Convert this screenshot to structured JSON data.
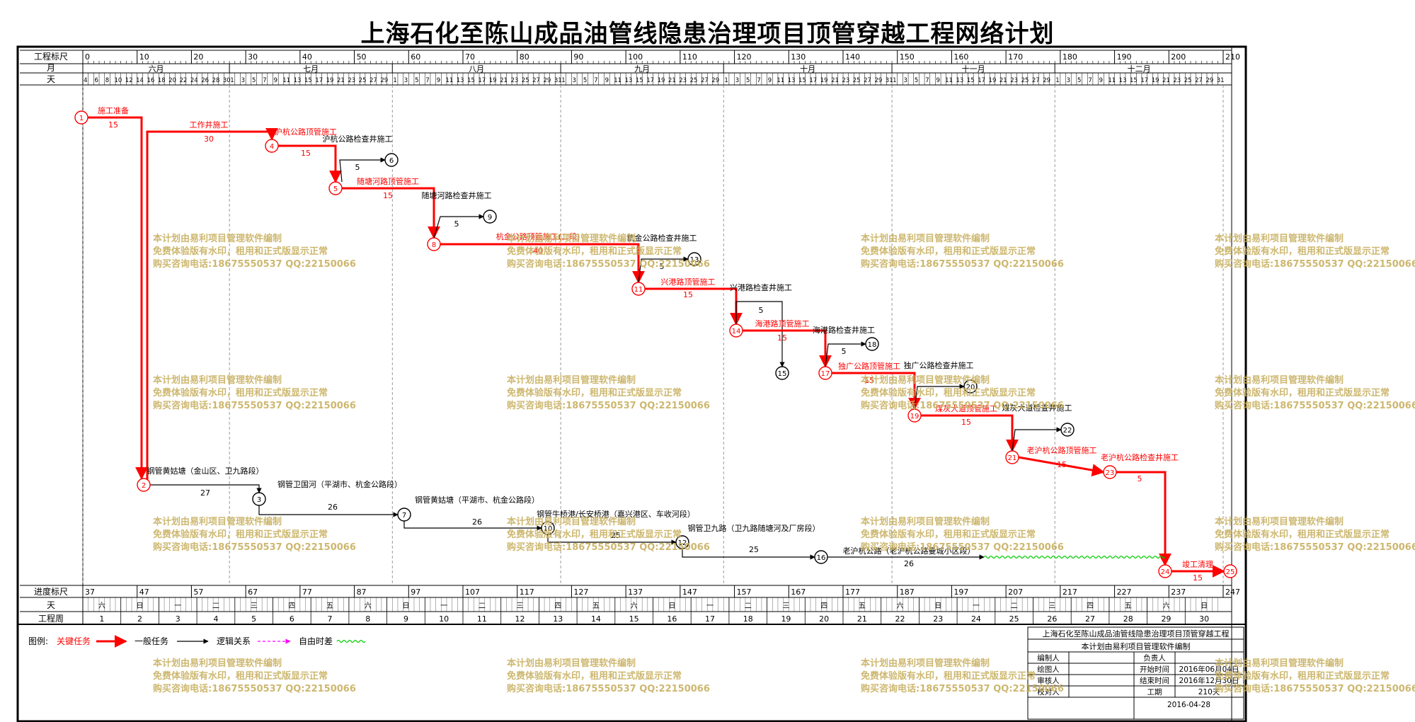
{
  "title": "上海石化至陈山成品油管线隐患治理项目顶管穿越工程网络计划",
  "header": {
    "scale_label": "工程标尺",
    "month_label": "月",
    "day_label": "天",
    "scale_ticks": [
      "0",
      "10",
      "20",
      "30",
      "40",
      "50",
      "60",
      "70",
      "80",
      "90",
      "100",
      "110",
      "120",
      "130",
      "140",
      "150",
      "160",
      "170",
      "180",
      "190",
      "200",
      "210"
    ],
    "months": [
      "六月",
      "七月",
      "八月",
      "九月",
      "十月",
      "十一月",
      "十二月"
    ]
  },
  "footer": {
    "progress_label": "进度标尺",
    "day_label": "天",
    "week_label": "工程周",
    "progress_ticks": [
      "37",
      "47",
      "57",
      "67",
      "77",
      "87",
      "97",
      "107",
      "117",
      "127",
      "137",
      "147",
      "157",
      "167",
      "177",
      "187",
      "197",
      "207",
      "217",
      "227",
      "237",
      "247"
    ],
    "weeks": [
      "1",
      "2",
      "3",
      "4",
      "5",
      "6",
      "7",
      "8",
      "9",
      "10",
      "11",
      "12",
      "13",
      "14",
      "15",
      "16",
      "17",
      "18",
      "19",
      "20",
      "21",
      "22",
      "23",
      "24",
      "25",
      "26",
      "27",
      "28",
      "29",
      "30"
    ]
  },
  "nodes": [
    {
      "id": "1",
      "crit": true
    },
    {
      "id": "2",
      "crit": true
    },
    {
      "id": "3",
      "crit": false
    },
    {
      "id": "4",
      "crit": true
    },
    {
      "id": "5",
      "crit": true
    },
    {
      "id": "6",
      "crit": false
    },
    {
      "id": "7",
      "crit": false
    },
    {
      "id": "8",
      "crit": true
    },
    {
      "id": "9",
      "crit": false
    },
    {
      "id": "10",
      "crit": false
    },
    {
      "id": "11",
      "crit": true
    },
    {
      "id": "12",
      "crit": false
    },
    {
      "id": "13",
      "crit": false
    },
    {
      "id": "14",
      "crit": true
    },
    {
      "id": "15",
      "crit": false
    },
    {
      "id": "16",
      "crit": false
    },
    {
      "id": "17",
      "crit": true
    },
    {
      "id": "18",
      "crit": false
    },
    {
      "id": "19",
      "crit": true
    },
    {
      "id": "20",
      "crit": false
    },
    {
      "id": "21",
      "crit": true
    },
    {
      "id": "22",
      "crit": false
    },
    {
      "id": "23",
      "crit": true
    },
    {
      "id": "24",
      "crit": true
    },
    {
      "id": "25",
      "crit": true
    }
  ],
  "tasks": [
    {
      "name": "施工准备",
      "dur": "15",
      "crit": true
    },
    {
      "name": "工作井施工",
      "dur": "30",
      "crit": true
    },
    {
      "name": "沪杭公路顶管施工",
      "dur": "15",
      "crit": true
    },
    {
      "name": "沪杭公路检查井施工",
      "dur": "5",
      "crit": false
    },
    {
      "name": "随塘河路顶管施工",
      "dur": "15",
      "crit": true
    },
    {
      "name": "随塘河路检查井施工",
      "dur": "5",
      "crit": false
    },
    {
      "name": "杭金公路顶管施工(二段)",
      "dur": "40",
      "crit": true
    },
    {
      "name": "杭金公路检查井施工",
      "dur": "5",
      "crit": false
    },
    {
      "name": "兴港路顶管施工",
      "dur": "15",
      "crit": true
    },
    {
      "name": "兴港路检查井施工",
      "dur": "5",
      "crit": false
    },
    {
      "name": "海港路顶管施工",
      "dur": "15",
      "crit": true
    },
    {
      "name": "海港路检查井施工",
      "dur": "5",
      "crit": false
    },
    {
      "name": "独广公路顶管施工",
      "dur": "15",
      "crit": true
    },
    {
      "name": "独广公路检查井施工",
      "dur": "",
      "crit": false
    },
    {
      "name": "煤灰大道顶管施工",
      "dur": "15",
      "crit": true
    },
    {
      "name": "煤灰大道检查井施工",
      "dur": "",
      "crit": false
    },
    {
      "name": "老沪杭公路顶管施工",
      "dur": "15",
      "crit": true
    },
    {
      "name": "老沪杭公路检查井施工",
      "dur": "5",
      "crit": true
    },
    {
      "name": "竣工清理",
      "dur": "15",
      "crit": true
    },
    {
      "name": "钢管黄姑塘（金山区、卫九路段）",
      "dur": "27",
      "crit": false
    },
    {
      "name": "钢管卫国河（平湖市、杭金公路段）",
      "dur": "26",
      "crit": false
    },
    {
      "name": "钢管黄姑塘（平湖市、杭金公路段）",
      "dur": "26",
      "crit": false
    },
    {
      "name": "钢管牛桥港/长安桥港（嘉兴港区、车收河段）",
      "dur": "25",
      "crit": false
    },
    {
      "name": "钢管卫九路（卫九路随塘河及厂房段）",
      "dur": "25",
      "crit": false
    },
    {
      "name": "老沪杭公路（老沪杭公路曼城小区段）",
      "dur": "26",
      "crit": false
    }
  ],
  "legend": {
    "label": "图例:",
    "critical": "关键任务",
    "normal": "一般任务",
    "logic": "逻辑关系",
    "float": "自由时差"
  },
  "info_box": {
    "project": "上海石化至陈山成品油管线隐患治理项目顶管穿越工程",
    "software": "本计划由易利项目管理软件编制",
    "rows": [
      {
        "k1": "编制人",
        "v1": "",
        "k2": "负责人",
        "v2": ""
      },
      {
        "k1": "绘图人",
        "v1": "",
        "k2": "开始时间",
        "v2": "2016年06月04日"
      },
      {
        "k1": "审核人",
        "v1": "",
        "k2": "结束时间",
        "v2": "2016年12月30日"
      },
      {
        "k1": "校对人",
        "v1": "",
        "k2": "工期",
        "v2": "210天"
      }
    ],
    "date": "2016-04-28"
  },
  "watermark": {
    "line1": "本计划由易利项目管理软件编制",
    "line2": "免费体验版有水印，租用和正式版显示正常",
    "line3": "购买咨询电话:18675550537 QQ:22150066"
  },
  "colors": {
    "critical": "#ff0000",
    "normal": "#000000",
    "logic": "#ff00ff",
    "float": "#00cc00",
    "watermark": "#c8b060"
  }
}
